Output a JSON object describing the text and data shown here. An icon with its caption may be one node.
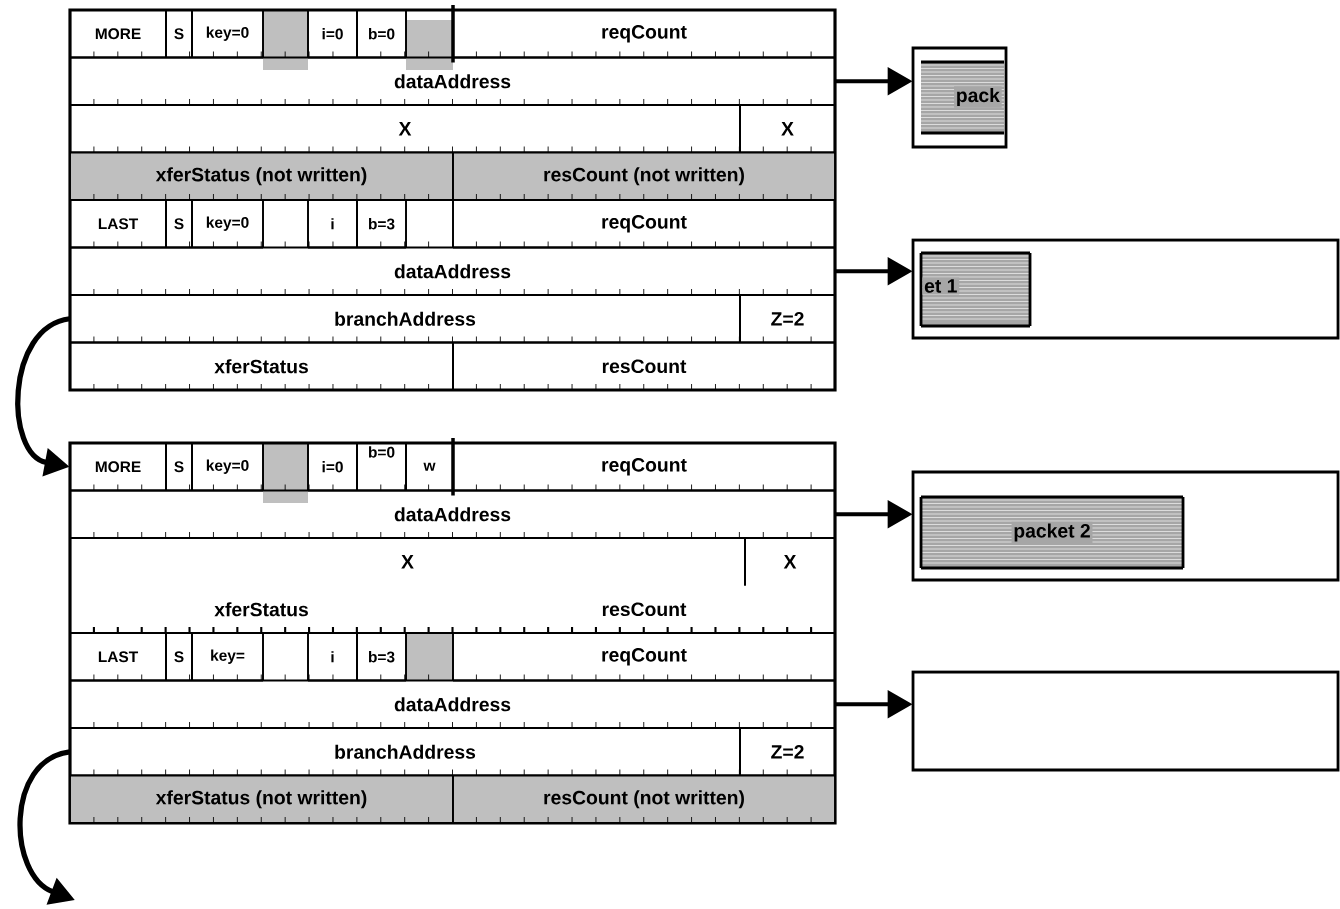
{
  "diagram": {
    "nodes": [
      {
        "text": [],
        "shape": "box"
      },
      {
        "text": [
          "MORE"
        ],
        "in": 0
      },
      {
        "text": [
          "S"
        ],
        "in": 0
      },
      {
        "text": [
          "key=0"
        ],
        "in": 0
      },
      {
        "text": [
          "i=0"
        ],
        "in": 0
      },
      {
        "text": [
          "b=0"
        ],
        "in": 0
      },
      {
        "text": [
          "reqCount"
        ],
        "in": 0
      },
      {
        "text": [
          "dataAddress"
        ],
        "in": 0
      },
      {
        "text": [
          "X"
        ],
        "in": 0
      },
      {
        "text": [
          "X"
        ],
        "in": 0
      },
      {
        "text": [
          "xferStatus (not written)"
        ],
        "in": 0
      },
      {
        "text": [
          "resCount (not written)"
        ],
        "in": 0
      },
      {
        "text": [
          "LAST"
        ],
        "in": 0
      },
      {
        "text": [
          "S"
        ],
        "in": 0
      },
      {
        "text": [
          "key=0"
        ],
        "in": 0
      },
      {
        "text": [
          "i"
        ],
        "in": 0
      },
      {
        "text": [
          "b=3"
        ],
        "in": 0
      },
      {
        "text": [
          "reqCount"
        ],
        "in": 0
      },
      {
        "text": [
          "dataAddress"
        ],
        "in": 0
      },
      {
        "text": [
          "branchAddress"
        ],
        "in": 0
      },
      {
        "text": [
          "Z=2"
        ],
        "in": 0
      },
      {
        "text": [
          "xferStatus"
        ],
        "in": 0
      },
      {
        "text": [
          "resCount"
        ],
        "in": 0
      },
      {
        "text": [],
        "shape": "box"
      },
      {
        "text": [
          "pack"
        ],
        "in": 23
      },
      {
        "text": [],
        "shape": "box"
      },
      {
        "text": [
          "et 1"
        ],
        "in": 25
      },
      {
        "text": [],
        "shape": "box"
      },
      {
        "text": [
          "MORE"
        ],
        "in": 27
      },
      {
        "text": [
          "S"
        ],
        "in": 27
      },
      {
        "text": [
          "key=0"
        ],
        "in": 27
      },
      {
        "text": [
          "i=0"
        ],
        "in": 27
      },
      {
        "text": [
          "b=0"
        ],
        "in": 27
      },
      {
        "text": [
          "w"
        ],
        "in": 27
      },
      {
        "text": [
          "reqCount"
        ],
        "in": 27
      },
      {
        "text": [
          "dataAddress"
        ],
        "in": 27
      },
      {
        "text": [
          "X"
        ],
        "in": 27
      },
      {
        "text": [
          "X"
        ],
        "in": 27
      },
      {
        "text": [
          "xferStatus"
        ],
        "in": 27
      },
      {
        "text": [
          "resCount"
        ],
        "in": 27
      },
      {
        "text": [
          "LAST"
        ],
        "in": 27
      },
      {
        "text": [
          "S"
        ],
        "in": 27
      },
      {
        "text": [
          "key="
        ],
        "in": 27
      },
      {
        "text": [
          "i"
        ],
        "in": 27
      },
      {
        "text": [
          "b=3"
        ],
        "in": 27
      },
      {
        "text": [
          "reqCount"
        ],
        "in": 27
      },
      {
        "text": [
          "dataAddress"
        ],
        "in": 27
      },
      {
        "text": [
          "branchAddress"
        ],
        "in": 27
      },
      {
        "text": [
          "Z=2"
        ],
        "in": 27
      },
      {
        "text": [
          "xferStatus (not written)"
        ],
        "in": 27
      },
      {
        "text": [
          "resCount (not written)"
        ],
        "in": 27
      },
      {
        "text": [],
        "shape": "box"
      },
      {
        "text": [
          "packet 2"
        ],
        "in": 51
      },
      {
        "text": [],
        "shape": "box"
      }
    ],
    "edges": [
      {
        "from": 7,
        "to": 23,
        "arrow": "to"
      },
      {
        "from": 18,
        "to": 25,
        "arrow": "to"
      },
      {
        "from": 19,
        "to": 28,
        "arrow": "to"
      },
      {
        "from": 35,
        "to": 51,
        "arrow": "to"
      },
      {
        "from": 46,
        "to": 53,
        "arrow": "to"
      },
      {
        "from": 47,
        "to": null,
        "arrow": "to"
      }
    ]
  }
}
